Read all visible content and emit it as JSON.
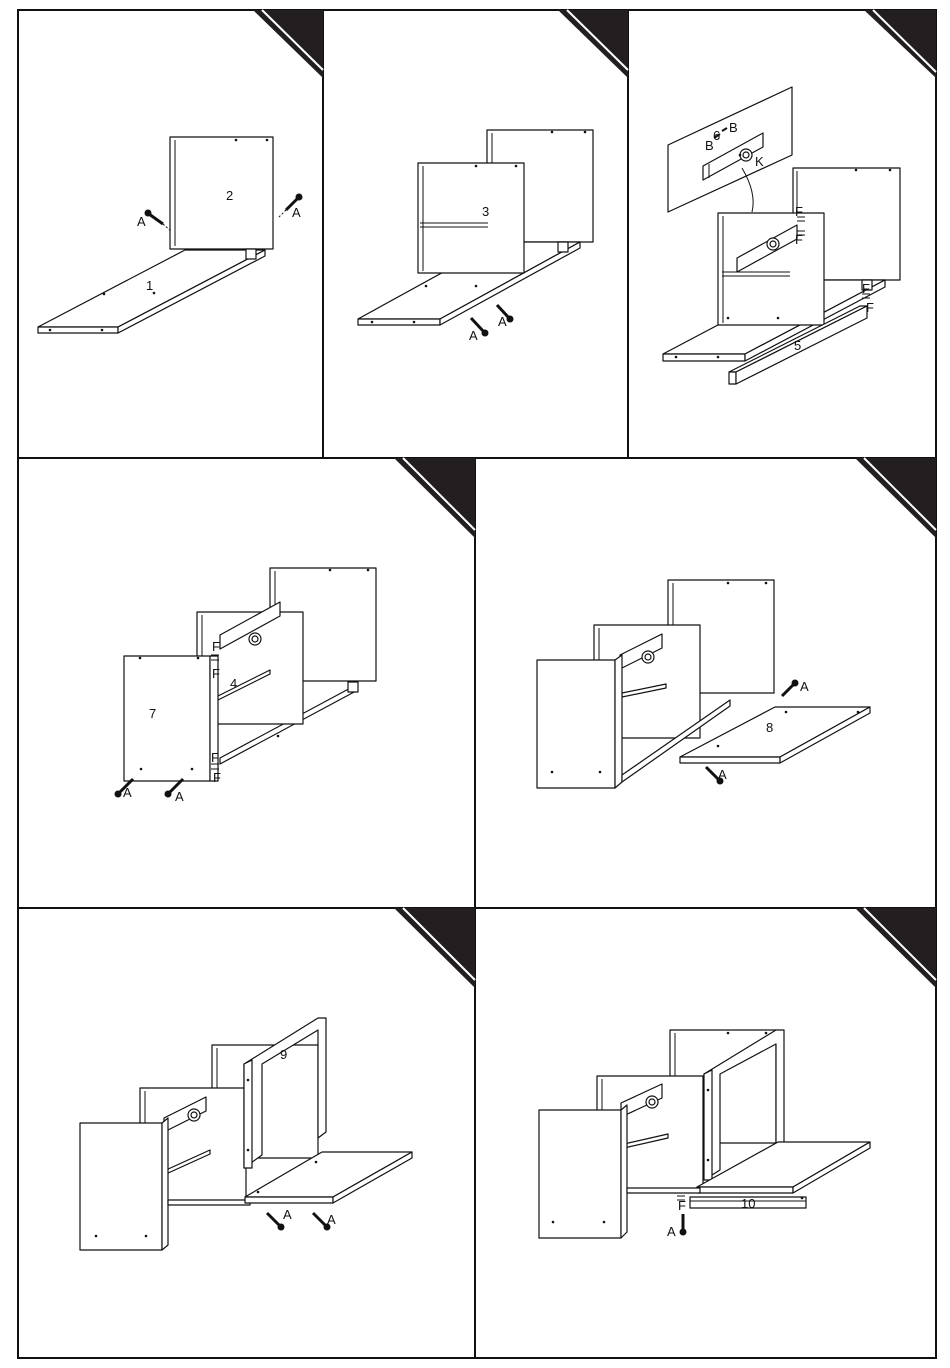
{
  "steps": [
    {
      "parts": [
        "2",
        "1"
      ],
      "hardware": [
        "A",
        "A"
      ]
    },
    {
      "parts": [
        "3"
      ],
      "hardware": [
        "A",
        "A"
      ]
    },
    {
      "parts": [
        "6",
        "5"
      ],
      "hardware": [
        "B",
        "B",
        "K",
        "F",
        "F",
        "F",
        "F"
      ]
    },
    {
      "parts": [
        "7",
        "4"
      ],
      "hardware": [
        "F",
        "F",
        "F",
        "F",
        "A",
        "A"
      ]
    },
    {
      "parts": [
        "8"
      ],
      "hardware": [
        "A",
        "A"
      ]
    },
    {
      "parts": [
        "9"
      ],
      "hardware": [
        "A",
        "A"
      ]
    },
    {
      "parts": [
        "10"
      ],
      "hardware": [
        "F",
        "A"
      ]
    }
  ],
  "colors": {
    "ink": "#111111",
    "paper": "#ffffff"
  }
}
